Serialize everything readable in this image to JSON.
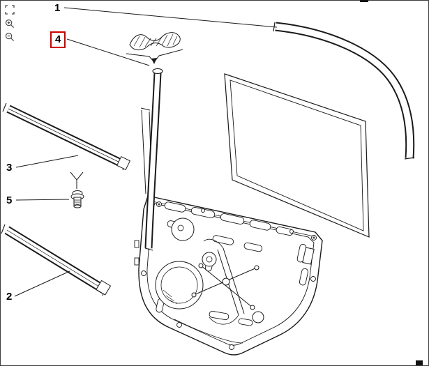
{
  "toolbar": {
    "icons": [
      {
        "name": "zoom-area-icon"
      },
      {
        "name": "zoom-in-icon",
        "symbol": "+"
      },
      {
        "name": "zoom-out-icon",
        "symbol": "−"
      }
    ]
  },
  "diagram": {
    "type": "exploded-parts-diagram",
    "highlight_color": "#cc0000",
    "line_color": "#000000",
    "callouts": [
      {
        "number": "1",
        "highlighted": false
      },
      {
        "number": "4",
        "highlighted": true
      },
      {
        "number": "3",
        "highlighted": false
      },
      {
        "number": "5",
        "highlighted": false
      },
      {
        "number": "2",
        "highlighted": false
      }
    ]
  }
}
